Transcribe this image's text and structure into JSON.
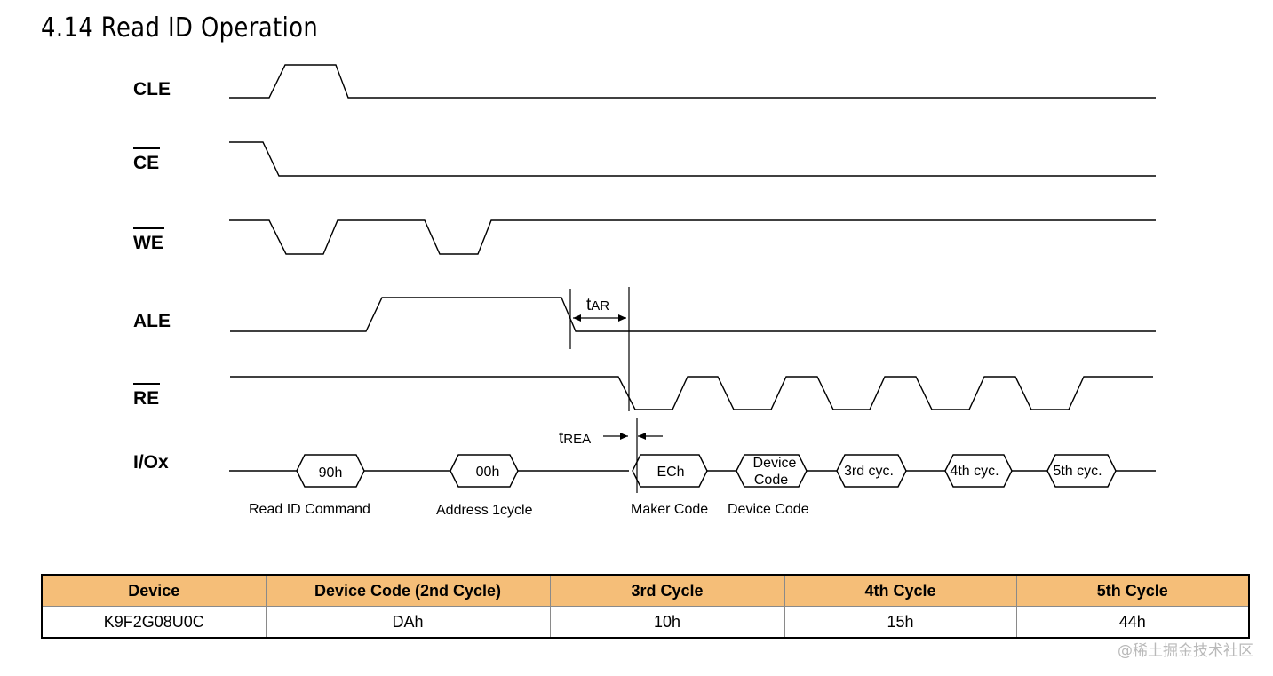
{
  "title": "4.14 Read ID Operation",
  "signals": {
    "cle": "CLE",
    "ce": "CE",
    "we": "WE",
    "ale": "ALE",
    "re": "RE",
    "io": "I/Ox"
  },
  "timing": {
    "tar_t": "t",
    "tar_sub": "AR",
    "trea_t": "t",
    "trea_sub": "REA"
  },
  "io_values": {
    "cmd": "90h",
    "addr": "00h",
    "maker": "ECh",
    "device_line1": "Device",
    "device_line2": "Code",
    "c3": "3rd cyc.",
    "c4": "4th cyc.",
    "c5": "5th cyc."
  },
  "io_captions": {
    "read_id": "Read ID Command",
    "address": "Address 1cycle",
    "maker": "Maker Code",
    "device": "Device Code"
  },
  "table": {
    "headers": [
      "Device",
      "Device Code (2nd Cycle)",
      "3rd Cycle",
      "4th Cycle",
      "5th Cycle"
    ],
    "rows": [
      [
        "K9F2G08U0C",
        "DAh",
        "10h",
        "15h",
        "44h"
      ]
    ]
  },
  "watermark": "@稀土掘金技术社区",
  "colors": {
    "header_bg": "#f5be78",
    "line": "#000000",
    "watermark": "#b9b9b9"
  }
}
